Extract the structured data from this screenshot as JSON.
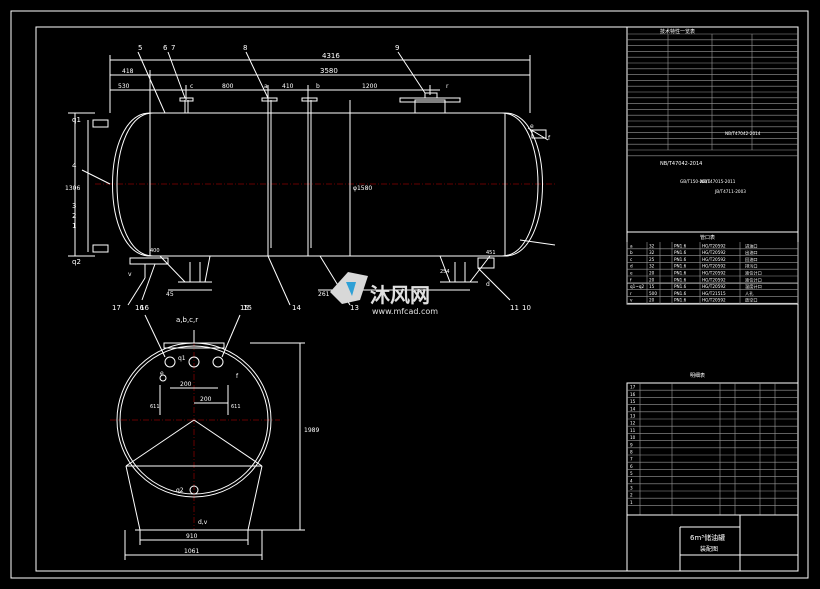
{
  "drawing": {
    "title_block": {
      "name": "6m³储油罐",
      "subtitle": "装配图"
    },
    "watermark": {
      "brand": "沐风网",
      "url": "www.mfcad.com"
    },
    "front_view": {
      "dims": [
        "4316",
        "3580",
        "418",
        "530",
        "800",
        "410",
        "1200",
        "400",
        "451",
        "261",
        "254",
        "45",
        "φ1580",
        "1306"
      ],
      "labels": [
        "5",
        "6",
        "7",
        "8",
        "9",
        "c",
        "a",
        "b",
        "r",
        "e",
        "f",
        "q1",
        "q2",
        "4",
        "3",
        "2",
        "1",
        "17",
        "16",
        "14",
        "13",
        "11",
        "10",
        "d",
        "v",
        "15"
      ]
    },
    "end_view": {
      "dims": [
        "200",
        "200",
        "611",
        "611",
        "910",
        "1061",
        "1989"
      ],
      "labels": [
        "a,b,c,r",
        "q1",
        "e",
        "f",
        "q2",
        "d,v"
      ]
    },
    "tech_table": {
      "title": "技术特性一览表",
      "rows": [
        "NB/T47042-2014",
        "GB/T150-2011",
        "NB/T47015-2011",
        "JB/T4711-2003",
        "NB/T47042-2014"
      ]
    },
    "nozzle_table": {
      "title": "管口表",
      "rows": [
        {
          "id": "a",
          "dn": "32",
          "pn": "PN1.6",
          "use": "进油口",
          "std": "HG/T20592"
        },
        {
          "id": "b",
          "dn": "32",
          "pn": "PN1.6",
          "use": "出油口",
          "std": "HG/T20592"
        },
        {
          "id": "c",
          "dn": "25",
          "pn": "PN1.6",
          "use": "回油口",
          "std": "HG/T20592"
        },
        {
          "id": "d",
          "dn": "32",
          "pn": "PN1.6",
          "use": "排污口",
          "std": "HG/T20592"
        },
        {
          "id": "e",
          "dn": "20",
          "pn": "PN1.6",
          "use": "液位计口",
          "std": "HG/T20592"
        },
        {
          "id": "f",
          "dn": "20",
          "pn": "PN1.6",
          "use": "液位计口",
          "std": "HG/T20592"
        },
        {
          "id": "q1~q2",
          "dn": "15",
          "pn": "PN1.6",
          "use": "温度计口",
          "std": "HG/T20592"
        },
        {
          "id": "r",
          "dn": "500",
          "pn": "PN1.6",
          "use": "人孔",
          "std": "HG/T21515"
        },
        {
          "id": "v",
          "dn": "20",
          "pn": "PN1.6",
          "use": "放空口",
          "std": "HG/T20592"
        }
      ]
    },
    "parts_table": {
      "title": "明细表",
      "rows": [
        "17",
        "16",
        "15",
        "14",
        "13",
        "12",
        "11",
        "10",
        "9",
        "8",
        "7",
        "6",
        "5",
        "4",
        "3",
        "2",
        "1"
      ]
    }
  }
}
